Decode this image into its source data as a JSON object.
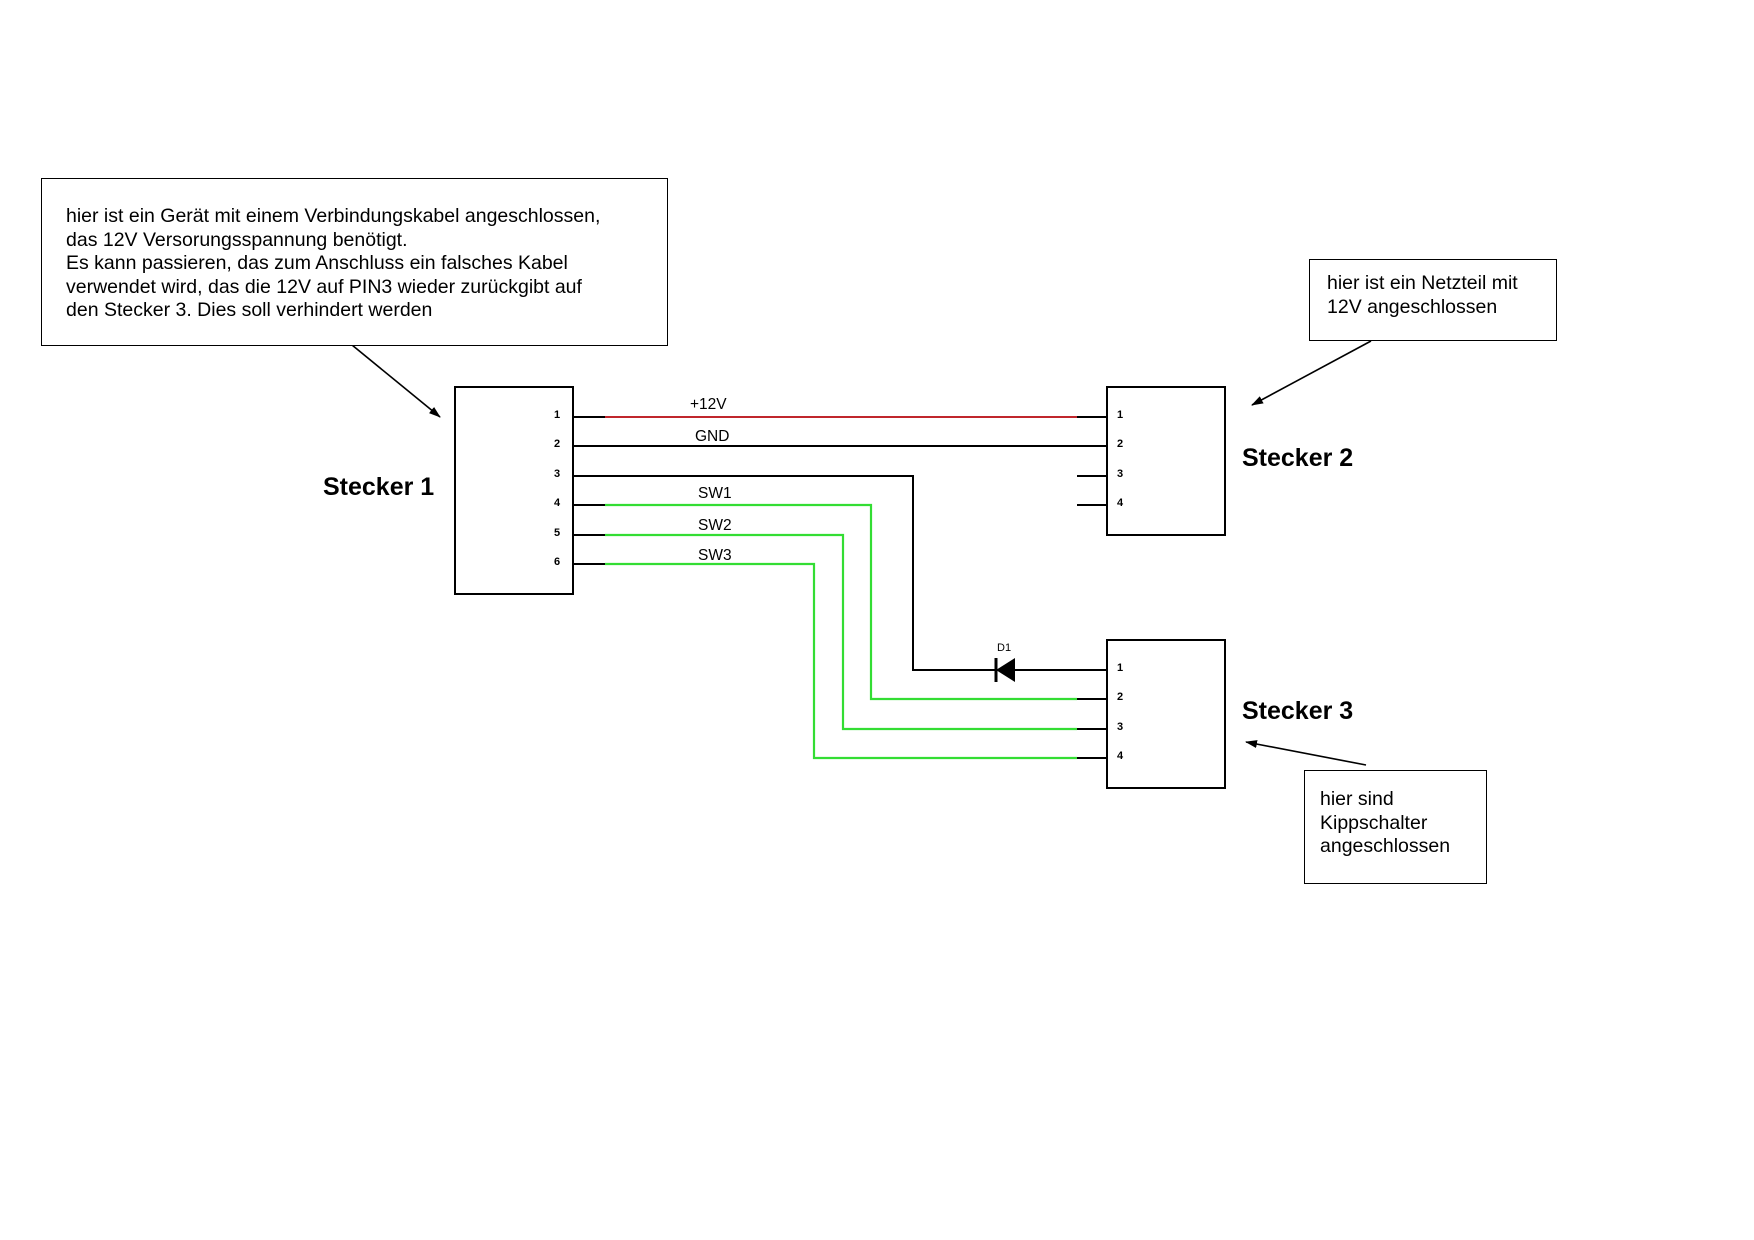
{
  "notes": {
    "device": "hier ist ein Gerät mit einem Verbindungskabel angeschlossen,\ndas 12V Versorungsspannung benötigt.\nEs kann passieren, das zum Anschluss ein falsches Kabel\nverwendet wird, das die 12V auf PIN3 wieder zurückgibt auf\nden Stecker 3. Dies soll verhindert werden",
    "power_supply": "hier ist ein Netzteil mit\n12V angeschlossen",
    "switches": "hier sind\nKippschalter\nangeschlossen"
  },
  "connectors": [
    {
      "name": "Stecker 1",
      "pins": [
        "1",
        "2",
        "3",
        "4",
        "5",
        "6"
      ]
    },
    {
      "name": "Stecker 2",
      "pins": [
        "1",
        "2",
        "3",
        "4"
      ]
    },
    {
      "name": "Stecker 3",
      "pins": [
        "1",
        "2",
        "3",
        "4"
      ]
    }
  ],
  "wires": [
    {
      "label": "+12V",
      "from": "Stecker 1 pin 1",
      "to": "Stecker 2 pin 1",
      "color": "#c0262c"
    },
    {
      "label": "GND",
      "from": "Stecker 1 pin 2",
      "to": "Stecker 2 pin 2",
      "color": "#000000"
    },
    {
      "label": "",
      "from": "Stecker 1 pin 3",
      "to": "Stecker 3 pin 1 via D1",
      "color": "#000000"
    },
    {
      "label": "SW1",
      "from": "Stecker 1 pin 4",
      "to": "Stecker 3 pin 2",
      "color": "#33dd33"
    },
    {
      "label": "SW2",
      "from": "Stecker 1 pin 5",
      "to": "Stecker 3 pin 3",
      "color": "#33dd33"
    },
    {
      "label": "SW3",
      "from": "Stecker 1 pin 6",
      "to": "Stecker 3 pin 4",
      "color": "#33dd33"
    }
  ],
  "diode": {
    "label": "D1"
  }
}
